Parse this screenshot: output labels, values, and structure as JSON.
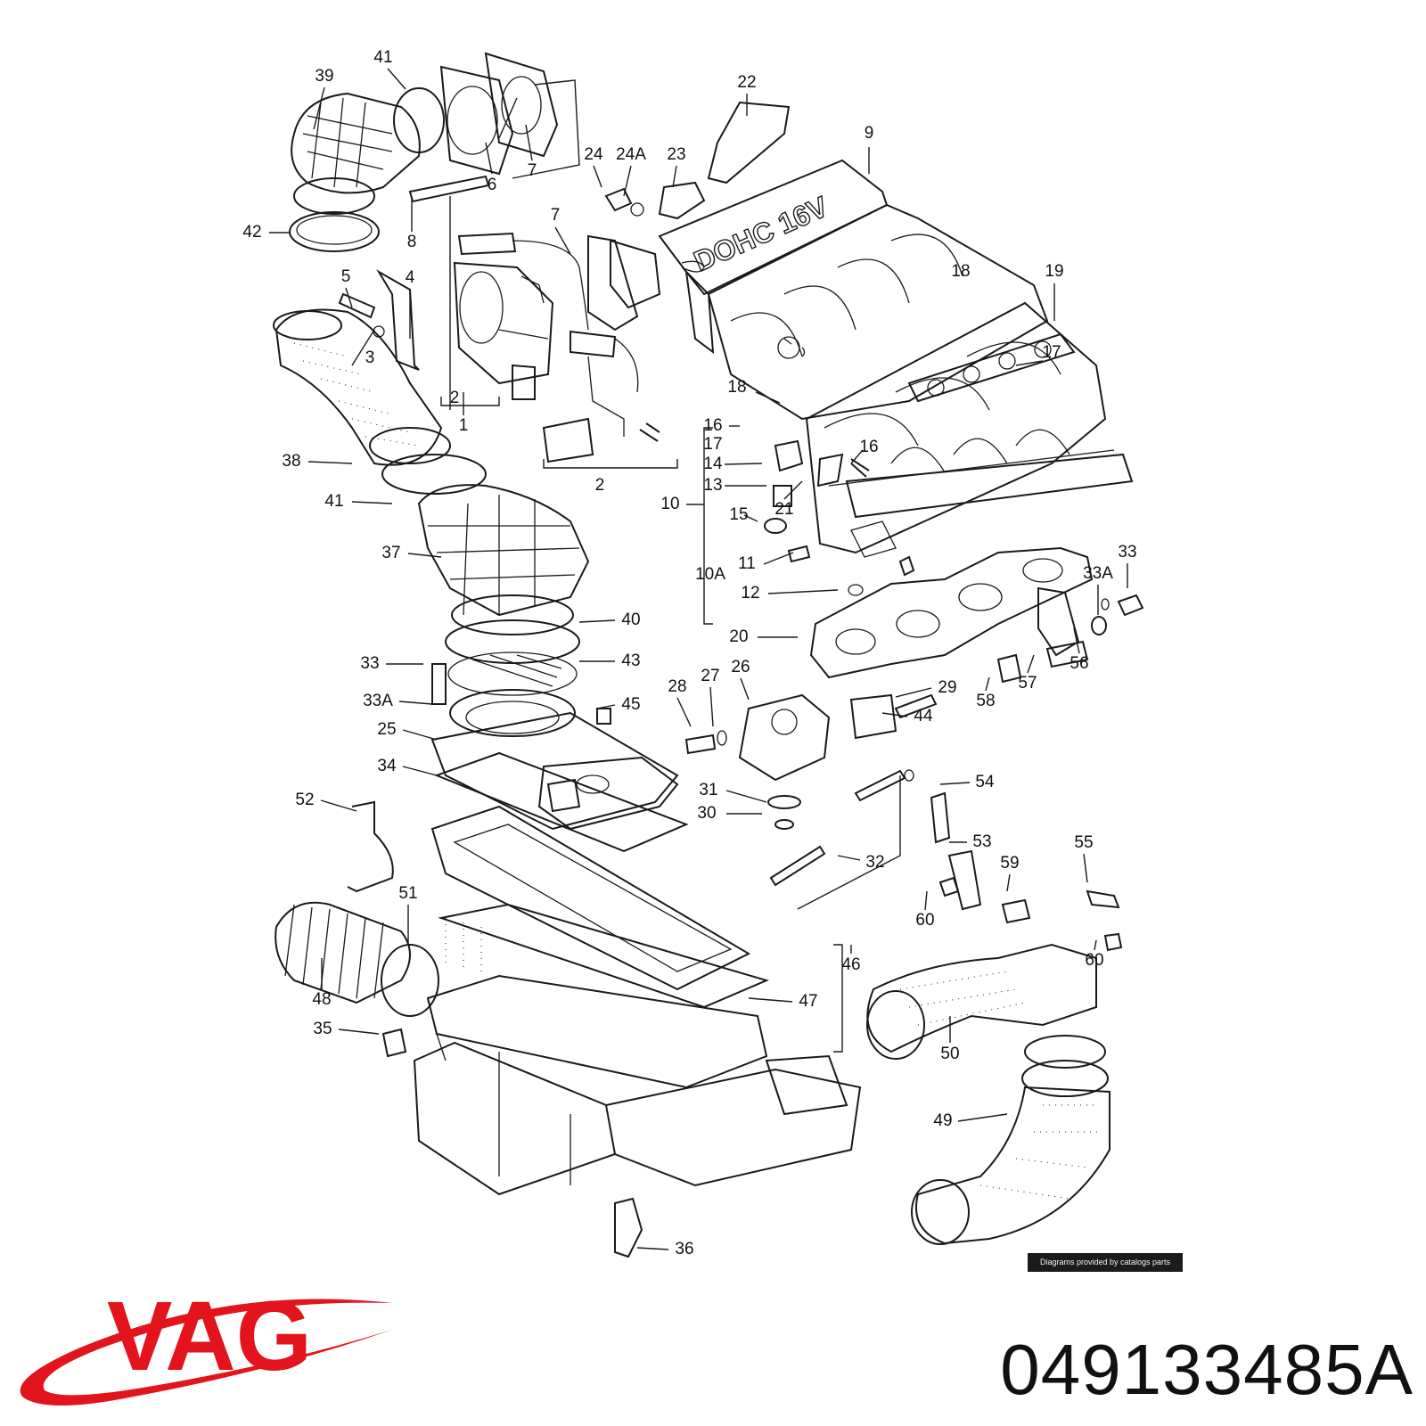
{
  "diagram": {
    "labels": [
      "1",
      "2",
      "2",
      "3",
      "4",
      "5",
      "6",
      "7",
      "7",
      "8",
      "9",
      "10",
      "10A",
      "11",
      "12",
      "13",
      "14",
      "15",
      "16",
      "16",
      "17",
      "17",
      "18",
      "18",
      "19",
      "20",
      "21",
      "22",
      "23",
      "24",
      "24A",
      "25",
      "26",
      "27",
      "28",
      "29",
      "30",
      "31",
      "32",
      "33",
      "33",
      "33A",
      "33A",
      "34",
      "35",
      "36",
      "37",
      "38",
      "39",
      "40",
      "41",
      "41",
      "42",
      "43",
      "44",
      "45",
      "46",
      "47",
      "48",
      "49",
      "50",
      "51",
      "52",
      "53",
      "54",
      "55",
      "56",
      "57",
      "58",
      "59",
      "60",
      "60"
    ],
    "engine_text": "DOHC 16V",
    "credit": "Diagrams provided by catalogs parts"
  },
  "brand": {
    "name": "VAG",
    "color": "#e3141b"
  },
  "part_number": "049133485A"
}
